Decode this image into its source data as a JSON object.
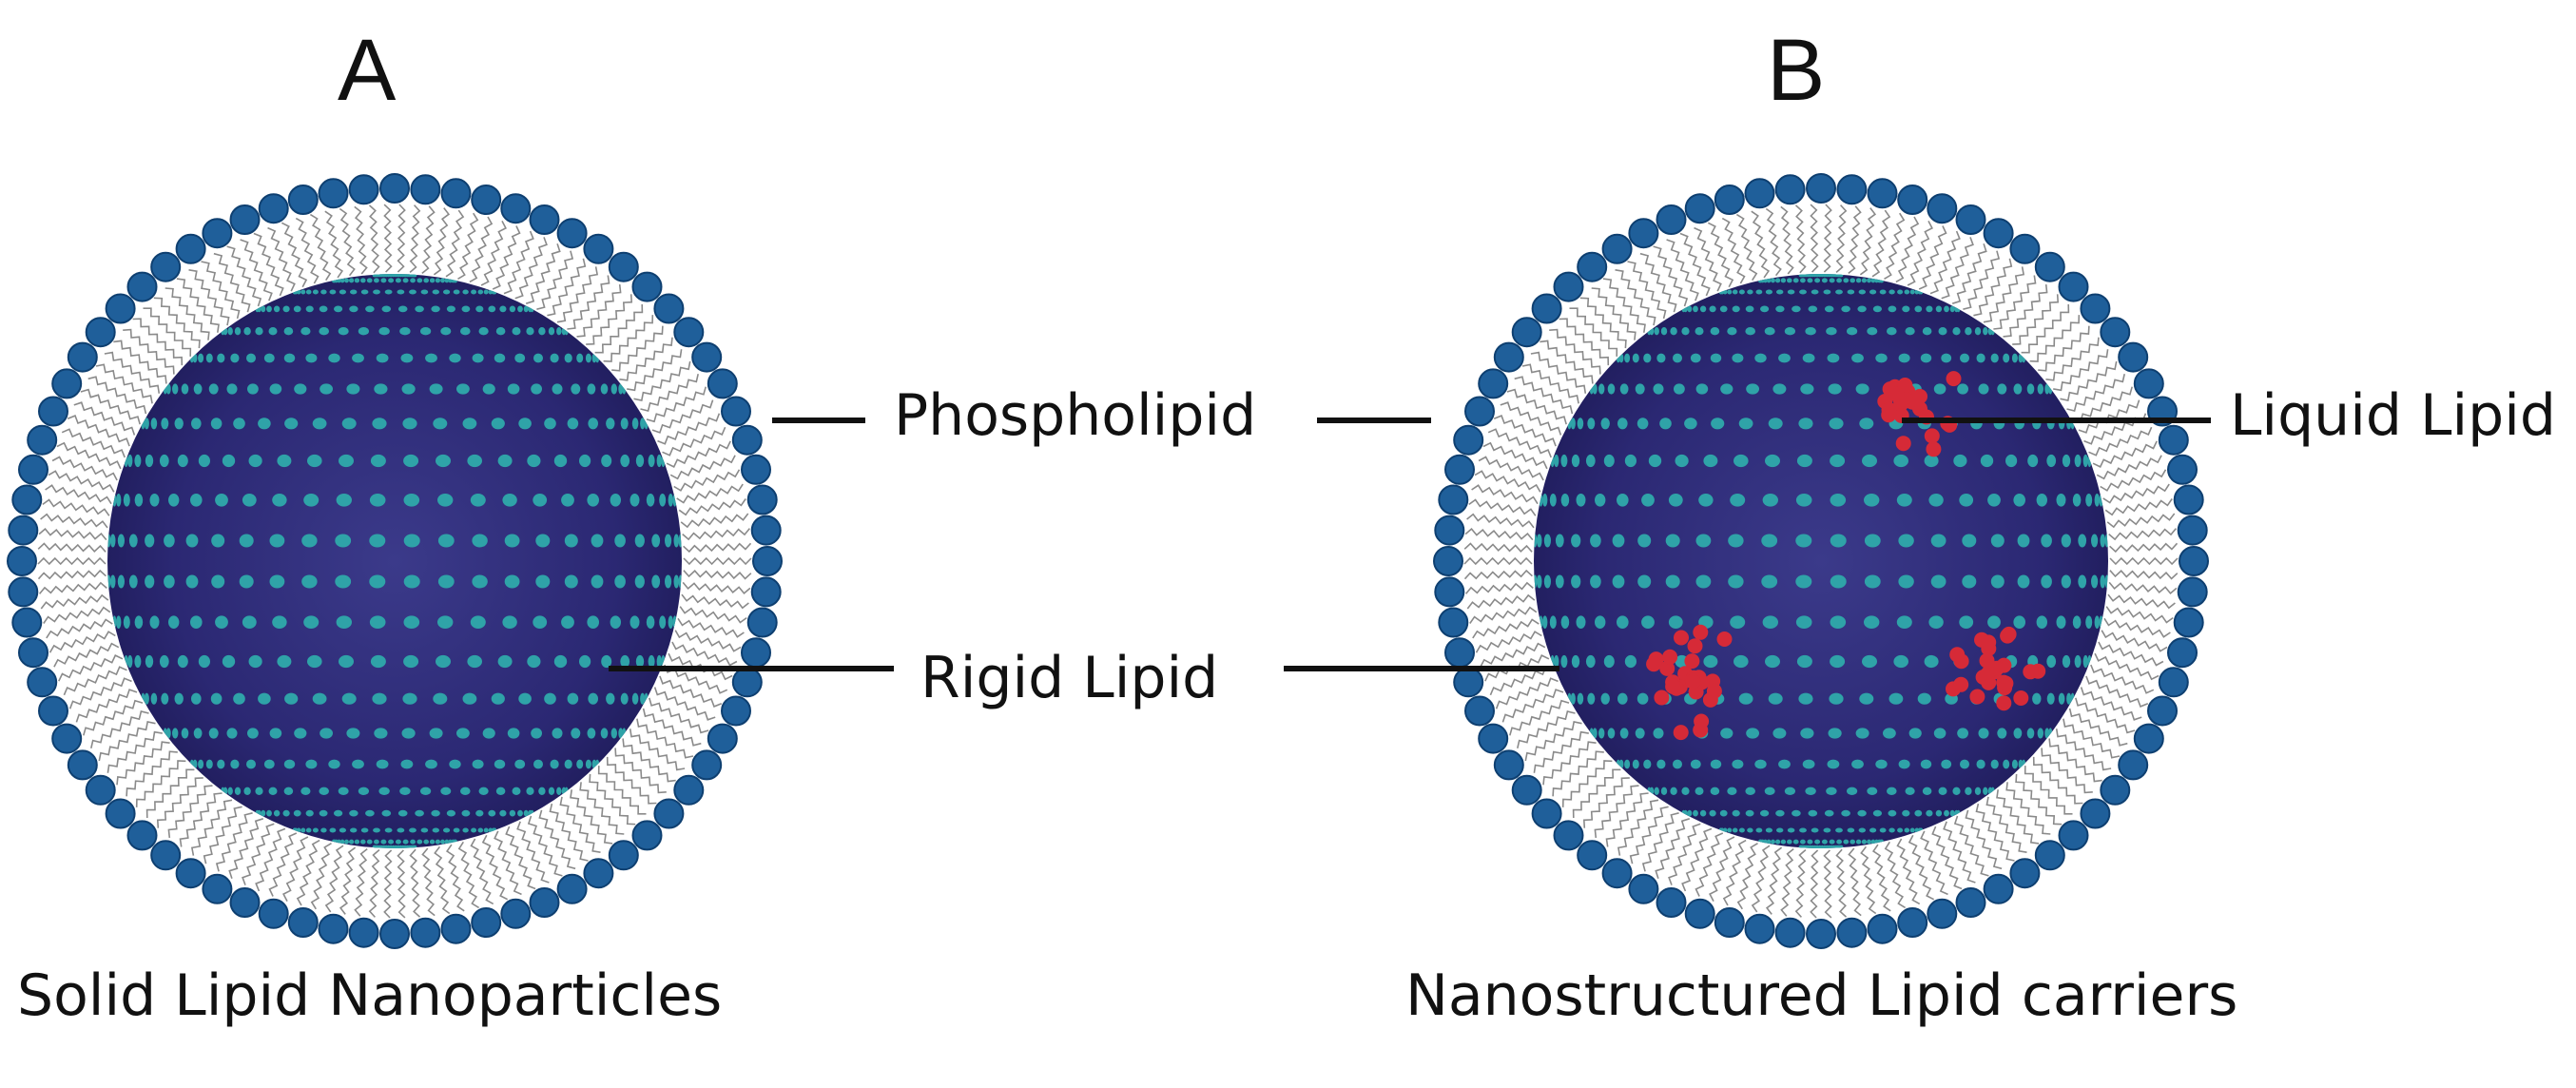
{
  "panels": [
    {
      "letter": "A",
      "caption": "Solid Lipid Nanoparticles"
    },
    {
      "letter": "B",
      "caption": "Nanostructured Lipid carriers"
    }
  ],
  "labels": {
    "phospholipid": "Phospholipid",
    "rigid_lipid": "Rigid Lipid",
    "liquid_lipid": "Liquid Lipid"
  },
  "colors": {
    "shell_head": "#1f5f9a",
    "shell_head_edge": "#0e3f70",
    "core_dark": "#27246a",
    "core_light": "#3b3a8a",
    "core_dot": "#2fa3a8",
    "liquid_lipid": "#d62a37",
    "tail": "#8a8a8a",
    "leader_line": "#111111"
  }
}
